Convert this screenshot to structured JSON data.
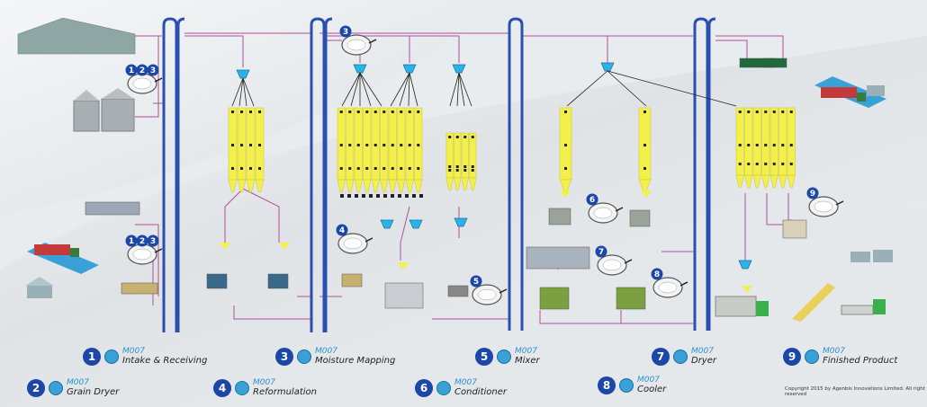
{
  "legend": [
    {
      "number": "1",
      "model": "M007",
      "label": "Intake & Receiving"
    },
    {
      "number": "2",
      "model": "M007",
      "label": "Grain Dryer"
    },
    {
      "number": "3",
      "model": "M007",
      "label": "Moisture Mapping"
    },
    {
      "number": "4",
      "model": "M007",
      "label": "Reformulation"
    },
    {
      "number": "5",
      "model": "M007",
      "label": "Mixer"
    },
    {
      "number": "6",
      "model": "M007",
      "label": "Conditioner"
    },
    {
      "number": "7",
      "model": "M007",
      "label": "Dryer"
    },
    {
      "number": "8",
      "model": "M007",
      "label": "Cooler"
    },
    {
      "number": "9",
      "model": "M007",
      "label": "Finished Product"
    }
  ],
  "sensor_badges": {
    "intake_top": [
      "1",
      "2",
      "3"
    ],
    "intake_bottom": [
      "1",
      "2",
      "3"
    ],
    "moisture": "3",
    "reformulation": "4",
    "mixer": "5",
    "conditioner": "6",
    "dryer": "7",
    "cooler": "8",
    "finished": "9"
  },
  "copyright": "Copyright 2015 by Agenbis Innovations Limited. All right reserved",
  "colors": {
    "elevator": "#2a4fb0",
    "silo": "#f4f04a",
    "hopper": "#2ab3e8",
    "pipe": "#b0509a",
    "badge": "#1a47a8",
    "model_text": "#2b8fd0"
  }
}
